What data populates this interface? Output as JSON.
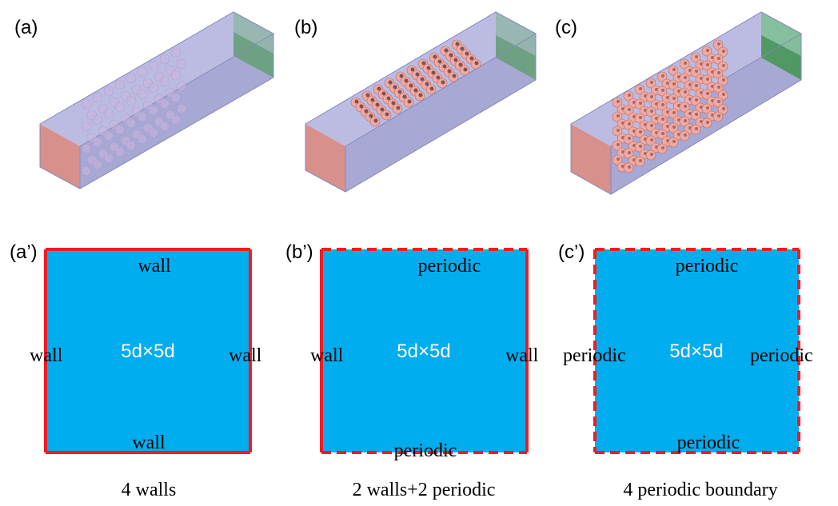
{
  "colors": {
    "square_fill": "#00aeef",
    "boundary": "#ee1c25",
    "box_face": "#a9a9d9",
    "box_edge": "#8888bb",
    "inlet_face": "#d8908c",
    "outlet_face": "#4f8f5f",
    "particle": "#f0a9a2"
  },
  "panels": [
    {
      "iso_label": "(a)",
      "label": "(a’)",
      "size_text": "5d×5d",
      "top": "wall",
      "bottom": "wall",
      "left": "wall",
      "right": "wall",
      "caption": "4 walls",
      "particles": "faint"
    },
    {
      "iso_label": "(b)",
      "label": "(b’)",
      "size_text": "5d×5d",
      "top": "periodic",
      "bottom": "periodic",
      "left": "wall",
      "right": "wall",
      "caption": "2 walls+2 periodic",
      "particles": "top-layer"
    },
    {
      "iso_label": "(c)",
      "label": "(c’)",
      "size_text": "5d×5d",
      "top": "periodic",
      "bottom": "periodic",
      "left": "periodic",
      "right": "periodic",
      "caption": "4 periodic boundary",
      "particles": "full"
    }
  ]
}
